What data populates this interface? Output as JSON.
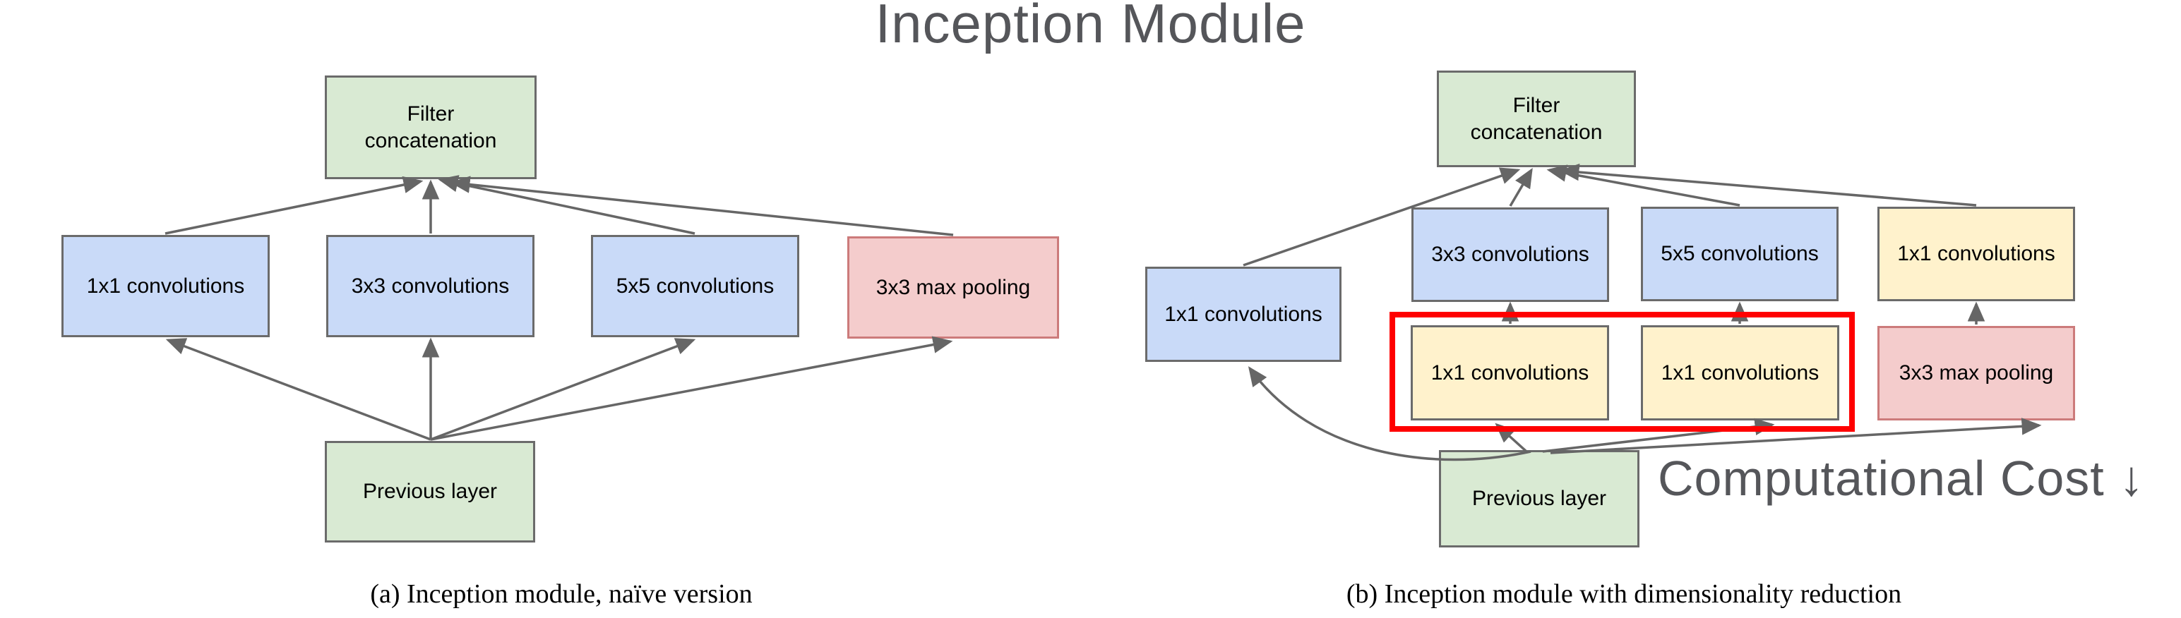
{
  "title": {
    "text": "Inception Module"
  },
  "colors": {
    "green": "#d9ead3",
    "blue": "#c9daf8",
    "yellow": "#fff2cc",
    "pink": "#f4cccc",
    "pink_border": "#cc7b7b",
    "border_gray": "#6b6b6b",
    "arrow": "#666666",
    "highlight": "#ff0000",
    "heading": "#55565a"
  },
  "diagram_a": {
    "caption": "(a) Inception module, naïve version",
    "boxes": {
      "filter_concat": "Filter\nconcatenation",
      "conv_1x1": "1x1 convolutions",
      "conv_3x3": "3x3 convolutions",
      "conv_5x5": "5x5 convolutions",
      "max_pool": "3x3 max pooling",
      "previous_layer": "Previous layer"
    }
  },
  "diagram_b": {
    "caption": "(b) Inception module with dimensionality reduction",
    "annotation": "Computational Cost ↓",
    "boxes": {
      "filter_concat": "Filter\nconcatenation",
      "conv_1x1_left": "1x1 convolutions",
      "conv_3x3": "3x3 convolutions",
      "conv_5x5": "5x5 convolutions",
      "conv_1x1_right": "1x1 convolutions",
      "conv_1x1_reduce_a": "1x1 convolutions",
      "conv_1x1_reduce_b": "1x1 convolutions",
      "max_pool": "3x3 max pooling",
      "previous_layer": "Previous layer"
    }
  }
}
